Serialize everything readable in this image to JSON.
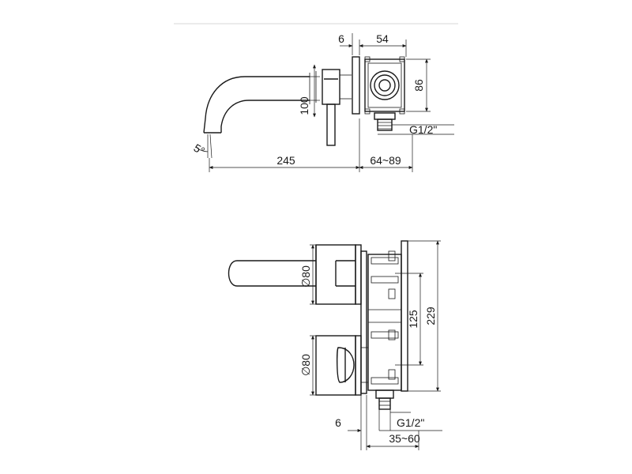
{
  "top_view": {
    "dims": {
      "flange_thickness": "6",
      "body_width": "54",
      "body_height": "86",
      "spout_height": "100",
      "spout_length": "245",
      "wall_depth": "64~89",
      "inlet_thread": "G1/2\"",
      "spout_angle": "5°"
    }
  },
  "front_view": {
    "dims": {
      "rosette_top_dia": "∅80",
      "rosette_bottom_dia": "∅80",
      "center_distance": "125",
      "body_total_height": "229",
      "flange_thickness": "6",
      "inlet_thread": "G1/2\"",
      "wall_depth": "35~60"
    }
  }
}
